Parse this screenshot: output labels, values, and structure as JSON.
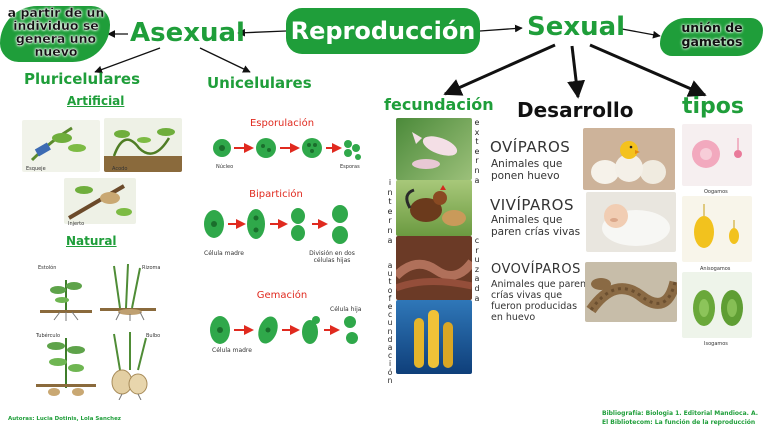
{
  "center": {
    "title": "Reproducción"
  },
  "asexual": {
    "title": "Asexual",
    "definition": "a partir de un individuo se genera uno nuevo",
    "pluricelulares": {
      "title": "Pluricelulares",
      "artificial": {
        "title": "Artificial",
        "labels": [
          "Esqueje",
          "Acodo",
          "Injerto"
        ]
      },
      "natural": {
        "title": "Natural",
        "labels": [
          "Estolón",
          "Rizoma",
          "Tubérculo",
          "Bulbo"
        ]
      }
    },
    "unicelulares": {
      "title": "Unicelulares",
      "esporulacion": {
        "title": "Esporulación",
        "labels": [
          "Núcleo",
          "Esporas"
        ]
      },
      "biparticion": {
        "title": "Bipartición",
        "labels": [
          "Célula madre",
          "División en dos células hijas"
        ]
      },
      "gemacion": {
        "title": "Gemación",
        "labels": [
          "Célula madre",
          "Célula hija"
        ]
      }
    }
  },
  "sexual": {
    "title": "Sexual",
    "definition": "unión de gametos",
    "fecundacion": {
      "title": "fecundación",
      "externa": "externa",
      "interna": "interna",
      "cruzada": "cruzada",
      "autofecundacion": "autofecundación"
    },
    "desarrollo": {
      "title": "Desarrollo",
      "oviparos": {
        "title": "OVÍPAROS",
        "text": "Animales que ponen huevo"
      },
      "viviparos": {
        "title": "VIVÍPAROS",
        "text": "Animales que paren crías vivas"
      },
      "ovoviviparos": {
        "title": "OVOVÍPAROS",
        "text": "Animales que paren crías vivas que fueron producidas en huevo"
      }
    },
    "tipos": {
      "title": "tipos",
      "labels": [
        "Oogamos",
        "Anisogamos",
        "Isogamos"
      ]
    }
  },
  "footer": {
    "authors": "Autoras: Lucia Dotinis, Lola Sanchez",
    "bib1": "Bibliografía: Biologia 1. Editorial Mandioca. A.",
    "bib2": "El Bibliotecom: La función de la reproducción"
  }
}
